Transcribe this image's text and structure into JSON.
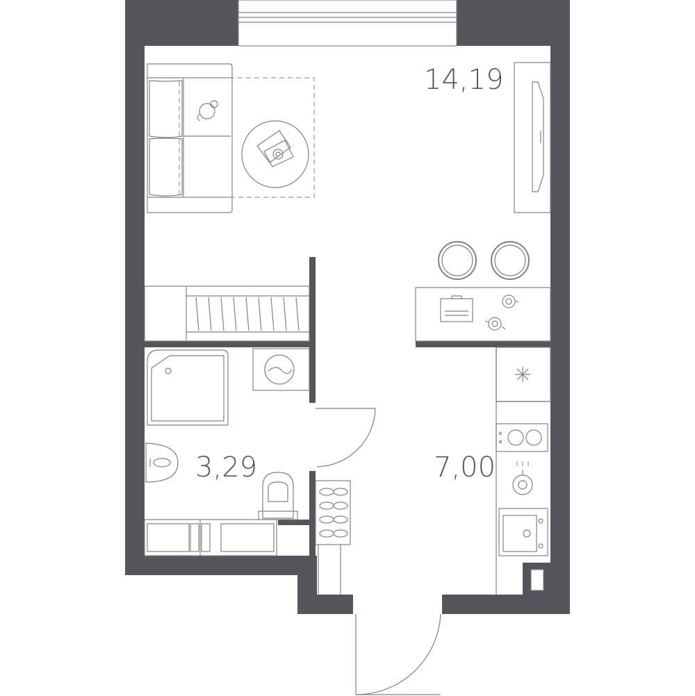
{
  "plan": {
    "wall_color": "#55565b",
    "line_color": "#808186",
    "rooms": [
      {
        "id": "living",
        "area": "14,19"
      },
      {
        "id": "bathroom",
        "area": "3,29"
      },
      {
        "id": "hall-kitchen",
        "area": "7,00"
      }
    ]
  }
}
